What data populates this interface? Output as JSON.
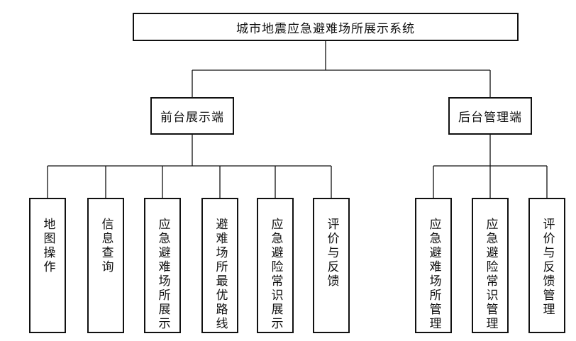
{
  "root": {
    "label": "城市地震应急避难场所展示系统"
  },
  "branches": [
    {
      "label": "前台展示端",
      "children": [
        "地图操作",
        "信息查询",
        "应急避难场所展示",
        "避难场所最优路线",
        "应急避险常识展示",
        "评价与反馈"
      ]
    },
    {
      "label": "后台管理端",
      "children": [
        "应急避难场所管理",
        "应急避险常识管理",
        "评价与反馈管理"
      ]
    }
  ]
}
